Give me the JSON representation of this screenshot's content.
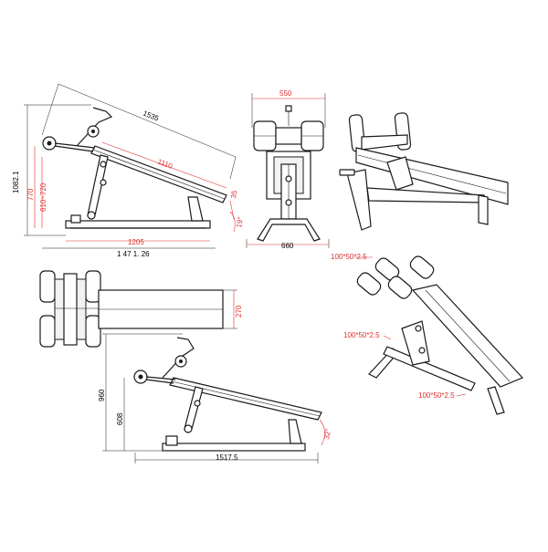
{
  "colors": {
    "line": "#1a1a1a",
    "dimension": "#e03030",
    "background": "#ffffff"
  },
  "side_view_top": {
    "dim_length": "1535",
    "dim_height": "1082.1",
    "dim_770": "770",
    "dim_range": "610~720",
    "dim_pad": "1110",
    "dim_width_base": "1205",
    "dim_total": "1 47 1. 26",
    "dim_35": "35",
    "dim_angle": "19°"
  },
  "front_view": {
    "dim_top": "550",
    "dim_base": "660"
  },
  "top_view": {
    "dim_width": "270"
  },
  "side_view_bottom": {
    "dim_960": "960",
    "dim_608": "608",
    "dim_length": "1517.5",
    "dim_angle": "32°"
  },
  "iso_view": {
    "tube_label": "100*50*2.5"
  }
}
